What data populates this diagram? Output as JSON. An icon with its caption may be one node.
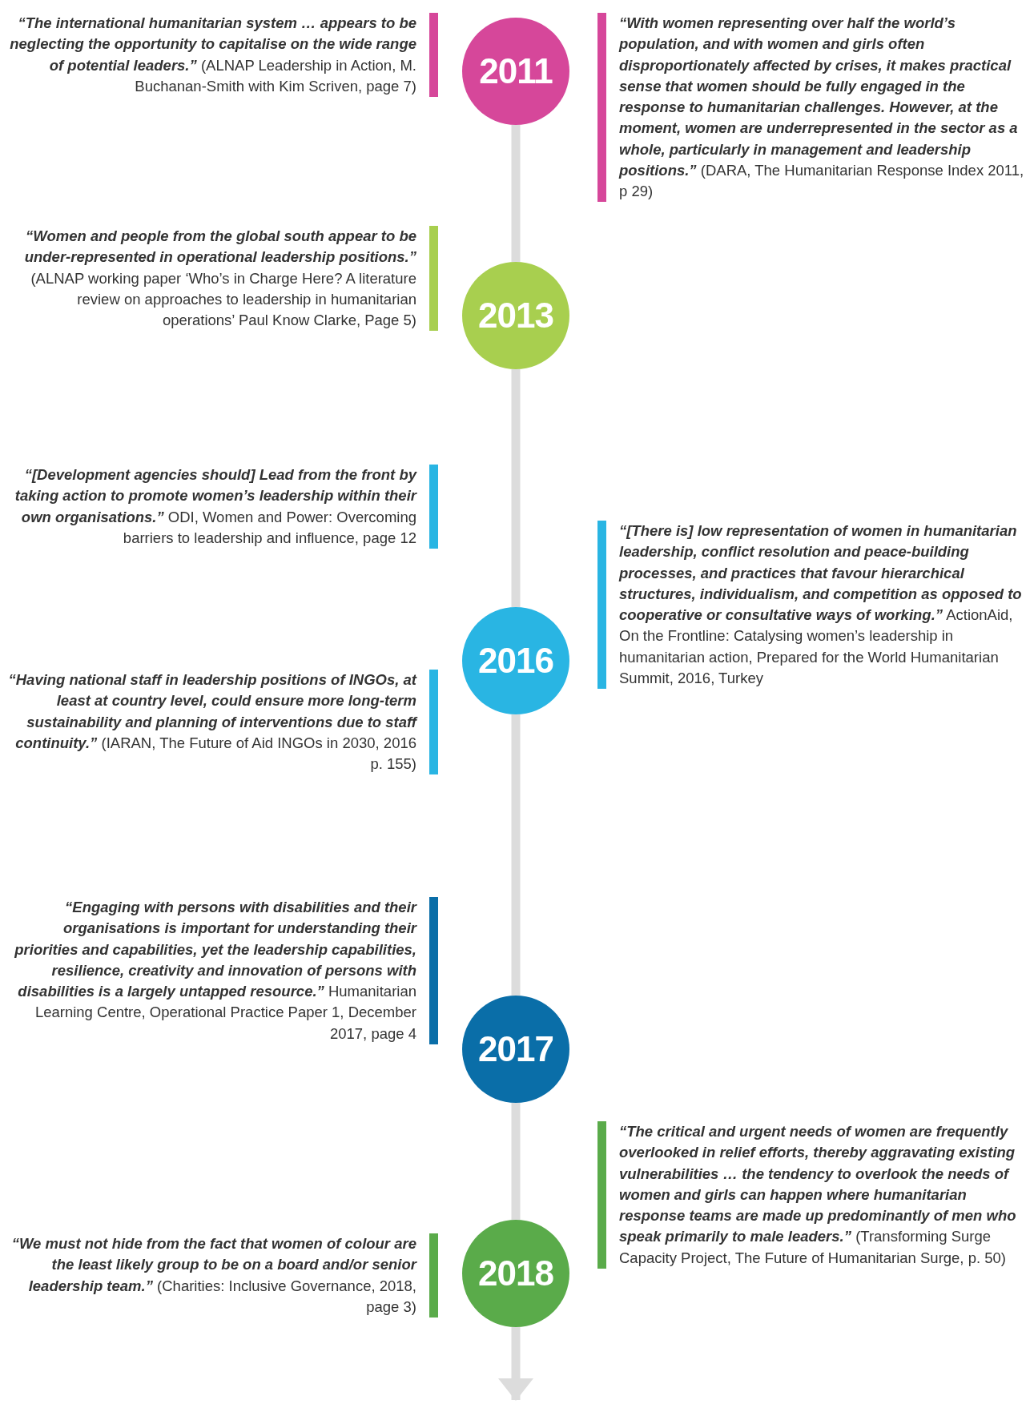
{
  "diagram": {
    "nodes": [
      {
        "text": [
          "“The international humanitarian system … appears to be neglecting the opportunity to capitalise on the wide range of potential leaders.”",
          "(ALNAP Leadership in Action, M. Buchanan-Smith with Kim Scriven, page 7)"
        ]
      },
      {
        "text": [
          "2011"
        ]
      },
      {
        "text": [
          "“With women representing over half the world’s population, and with women and girls often disproportionately affected by crises, it makes practical sense that women should be fully engaged in the response to humanitarian challenges. However, at the moment, women are underrepresented in the sector as a whole, particularly in management and leadership positions.”",
          "(DARA, The Humanitarian Response Index 2011, p 29)"
        ]
      },
      {
        "text": [
          "“Women and people from the global south appear to be under-represented in operational leadership positions.”",
          "(ALNAP working paper ‘Who’s in Charge Here? A literature review on approaches to leadership in humanitarian operations’ Paul Know Clarke, Page 5)"
        ]
      },
      {
        "text": [
          "2013"
        ]
      },
      {
        "text": [
          "“[Development agencies should] Lead from the front by taking action to promote women’s leadership within their own organisations.”",
          "ODI, Women and Power: Overcoming barriers to leadership and influence, page 12"
        ]
      },
      {
        "text": [
          "2016"
        ]
      },
      {
        "text": [
          "“[There is] low representation of women in humanitarian leadership, conflict resolution and peace-building processes, and practices that favour hierarchical structures, individualism, and competition as opposed to cooperative or consultative ways of working.”",
          "ActionAid, On the Frontline: Catalysing women’s leadership in humanitarian action, Prepared for the World Humanitarian Summit, 2016, Turkey"
        ]
      },
      {
        "text": [
          "“Having national staff in leadership positions of INGOs, at least at country level, could ensure more long-term sustainability and planning of interventions due to staff continuity.”",
          "(IARAN, The Future of Aid INGOs in 2030, 2016 p. 155)"
        ]
      },
      {
        "text": [
          "“Engaging with persons with disabilities and their organisations is important for understanding their priorities and capabilities, yet the leadership capabilities, resilience, creativity and innovation of persons with disabilities is a largely untapped resource.”",
          "Humanitarian Learning Centre, Operational Practice Paper 1, December 2017, page 4"
        ]
      },
      {
        "text": [
          "2017"
        ]
      },
      {
        "text": [
          "“The critical and urgent needs of women are frequently overlooked in relief efforts, thereby aggravating existing vulnerabilities … the tendency to overlook the needs of women and girls can happen where humanitarian response teams are made up predominantly of men who speak primarily to male leaders.”",
          "(Transforming Surge Capacity Project, The Future of Humanitarian Surge, p. 50)"
        ]
      },
      {
        "text": [
          "“We must not hide from the fact that women of colour are the least likely group to be on a board and/or senior leadership team.”",
          "(Charities: Inclusive Governance, 2018, page 3)"
        ]
      },
      {
        "text": [
          "2018"
        ]
      }
    ],
    "edges": [
      {
        "from": 1,
        "to": 4,
        "arrow": "none"
      },
      {
        "from": 4,
        "to": 6,
        "arrow": "none"
      },
      {
        "from": 6,
        "to": 10,
        "arrow": "none"
      },
      {
        "from": 10,
        "to": 13,
        "arrow": "none"
      },
      {
        "from": 13,
        "to": null,
        "arrow": "to"
      }
    ]
  }
}
